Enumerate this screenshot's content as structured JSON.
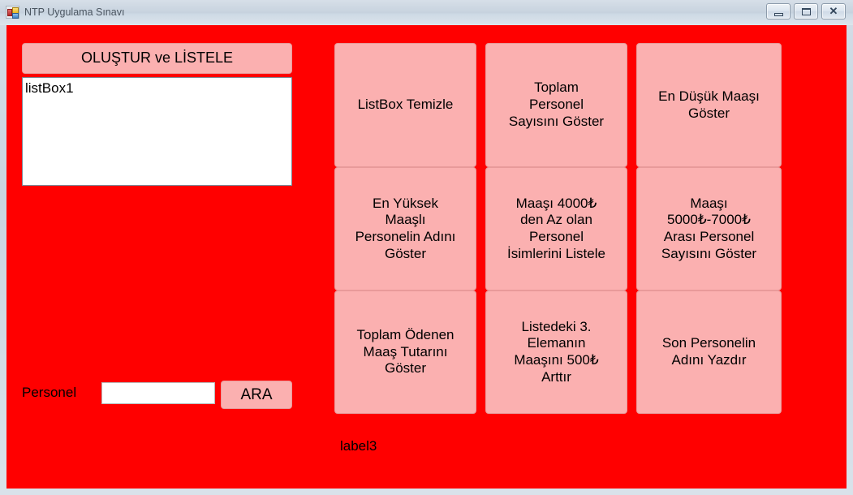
{
  "window": {
    "title": "NTP Uygulama Sınavı",
    "icon": "winforms-app-icon",
    "controls": {
      "minimize": "minimize",
      "maximize": "maximize",
      "close": "✕"
    },
    "background_color": "#ff0000",
    "button_color": "#fbb0b0"
  },
  "left_panel": {
    "create_list_button": "OLUŞTUR ve LİSTELE",
    "listbox": {
      "items": [
        "listBox1"
      ]
    },
    "search_label": "Personel",
    "search_input_value": "",
    "search_input_placeholder": "",
    "search_button": "ARA"
  },
  "grid": {
    "buttons": [
      {
        "label": "ListBox Temizle"
      },
      {
        "label": "Toplam\nPersonel\nSayısını Göster"
      },
      {
        "label": "En Düşük Maaşı\nGöster"
      },
      {
        "label": "En Yüksek\nMaaşlı\nPersonelin Adını\nGöster"
      },
      {
        "label": "Maaşı 4000₺\nden Az olan\nPersonel\nİsimlerini Listele"
      },
      {
        "label": "Maaşı\n5000₺-7000₺\nArası Personel\nSayısını Göster"
      },
      {
        "label": "Toplam Ödenen\nMaaş Tutarını\nGöster"
      },
      {
        "label": "Listedeki 3.\nElemanın\nMaaşını  500₺\nArttır"
      },
      {
        "label": "Son Personelin\nAdını Yazdır"
      }
    ]
  },
  "status_label": "label3"
}
